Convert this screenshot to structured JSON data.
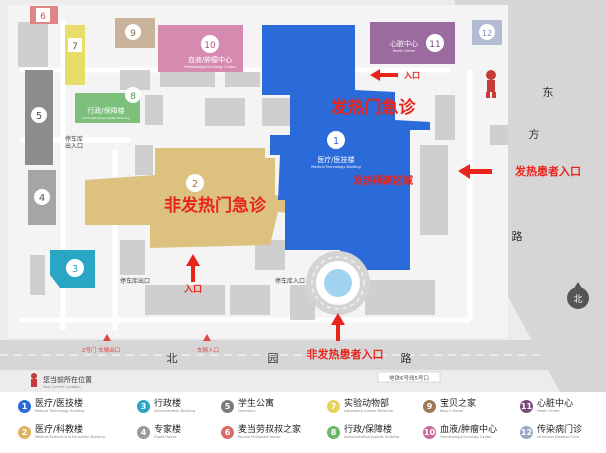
{
  "roads": {
    "east_road_chars": [
      "东",
      "方",
      "路"
    ],
    "north_road_chars": [
      "北",
      "园",
      "路"
    ]
  },
  "buildings": {
    "b1": {
      "num": "1",
      "name": "医疗/医技楼",
      "name_en": "Medical Technology Building"
    },
    "b2": {
      "num": "2"
    },
    "b3": {
      "num": "3"
    },
    "b4": {
      "num": "4"
    },
    "b5": {
      "num": "5"
    },
    "b6": {
      "num": "6"
    },
    "b7": {
      "num": "7"
    },
    "b8": {
      "num": "8",
      "name": "行政/保障楼",
      "name_en": "Administrative/Logistic Building"
    },
    "b9": {
      "num": "9"
    },
    "b10": {
      "num": "10",
      "name": "血液/肿瘤中心",
      "name_en": "Hematology/Oncology Center"
    },
    "b11": {
      "num": "11",
      "name": "心脏中心",
      "name_en": "Heart Center"
    },
    "b12": {
      "num": "12"
    }
  },
  "map_labels": {
    "fever_clinic": "发热门急诊",
    "non_fever_clinic": "非发热门急诊",
    "fever_isolation": "发热隔离区域",
    "entrance": "入口",
    "fever_patient_entrance": "发热患者入口",
    "non_fever_patient_entrance": "非发热患者入口",
    "parking_entrance_exit_left": "停车库\n出入口",
    "parking_exit": "停车库出口",
    "parking_entrance": "停车库入口",
    "gate2": "2号门 车辆出口",
    "gate_east": "车辆入口",
    "north_compass": "北"
  },
  "location": {
    "label": "您当前所在位置",
    "label_en": "Your Current Location",
    "sign": "地铁6号线5号口"
  },
  "colors": {
    "fever_text": "#e8241b",
    "arrow": "#e8241b",
    "building1": "#2a6ad9",
    "building2": "#dcc27e"
  },
  "legend": [
    {
      "num": "1",
      "color": "#2a6ad9",
      "name": "医疗/医技楼",
      "en": "Medical Technology Building"
    },
    {
      "num": "3",
      "color": "#2aa6c5",
      "name": "行政楼",
      "en": "Administration Building"
    },
    {
      "num": "5",
      "color": "#7a7a7a",
      "name": "学生公寓",
      "en": "Dormitory"
    },
    {
      "num": "7",
      "color": "#e6d45a",
      "name": "实验动物部",
      "en": "Laboratory Animal Medicine"
    },
    {
      "num": "9",
      "color": "#a07a55",
      "name": "宝贝之家",
      "en": "Baby's Home"
    },
    {
      "num": "11",
      "color": "#7a4c7e",
      "name": "心脏中心",
      "en": "Heart Center"
    },
    {
      "num": "2",
      "color": "#dcb35f",
      "name": "医疗/科教楼",
      "en": "Medical/Science and Education Building"
    },
    {
      "num": "4",
      "color": "#9a9a9a",
      "name": "专家楼",
      "en": "Guest House"
    },
    {
      "num": "6",
      "color": "#d96b6b",
      "name": "麦当劳叔叔之家",
      "en": "Ronald McDonald House"
    },
    {
      "num": "8",
      "color": "#6ab86a",
      "name": "行政/保障楼",
      "en": "Administrative/Logistic Building"
    },
    {
      "num": "10",
      "color": "#c86a9a",
      "name": "血液/肿瘤中心",
      "en": "Hematology/Oncology Center"
    },
    {
      "num": "12",
      "color": "#9aa8c8",
      "name": "传染病门诊",
      "en": "Infectious Disease Clinic"
    }
  ]
}
